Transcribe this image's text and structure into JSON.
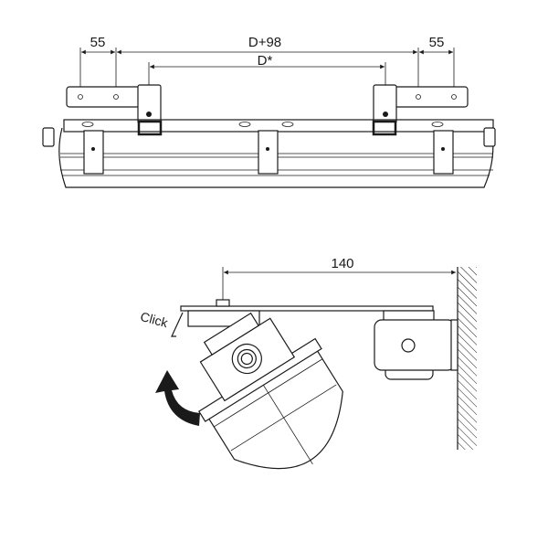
{
  "top_view": {
    "dim_left": "55",
    "dim_total": "D+98",
    "dim_spacing": "D*",
    "dim_right": "55"
  },
  "side_view": {
    "dim_arm": "140",
    "click_label": "Click"
  }
}
